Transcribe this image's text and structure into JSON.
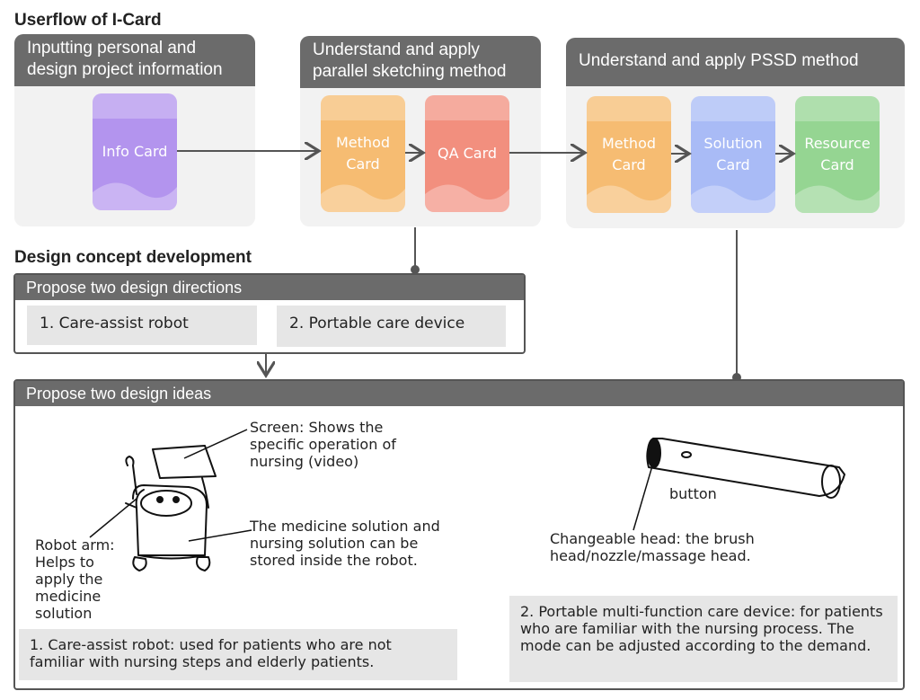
{
  "titles": {
    "userflow": "Userflow of I-Card",
    "concept": "Design concept development"
  },
  "panels": [
    {
      "header": "Inputting personal and design project information"
    },
    {
      "header": "Understand and apply parallel sketching method"
    },
    {
      "header": "Understand and apply PSSD method"
    }
  ],
  "cards": [
    {
      "label": "Info Card",
      "color": "#b394ee"
    },
    {
      "label": "Method Card",
      "color": "#f6bc72"
    },
    {
      "label": "QA Card",
      "color": "#f28f7e"
    },
    {
      "label": "Method Card",
      "color": "#f6bc72"
    },
    {
      "label": "Solution Card",
      "color": "#a9bbf6"
    },
    {
      "label": "Resource Card",
      "color": "#95d592"
    }
  ],
  "directions": {
    "header": "Propose two design directions",
    "items": [
      "1. Care-assist robot",
      "2. Portable care device"
    ]
  },
  "ideas": {
    "header": "Propose two design ideas",
    "robot_annotations": {
      "screen": "Screen: Shows the specific operation of nursing (video)",
      "arm": "Robot arm: Helps to apply the medicine solution",
      "storage": "The medicine solution and nursing solution can be stored inside the robot."
    },
    "device_annotations": {
      "button": "button",
      "head": "Changeable head: the brush head/nozzle/massage head."
    },
    "captions": [
      "1. Care-assist robot: used for patients who are not familiar with nursing steps and elderly patients.",
      "2. Portable multi-function care device: for patients who are familiar with the nursing process. The mode can be adjusted according to the demand."
    ]
  }
}
